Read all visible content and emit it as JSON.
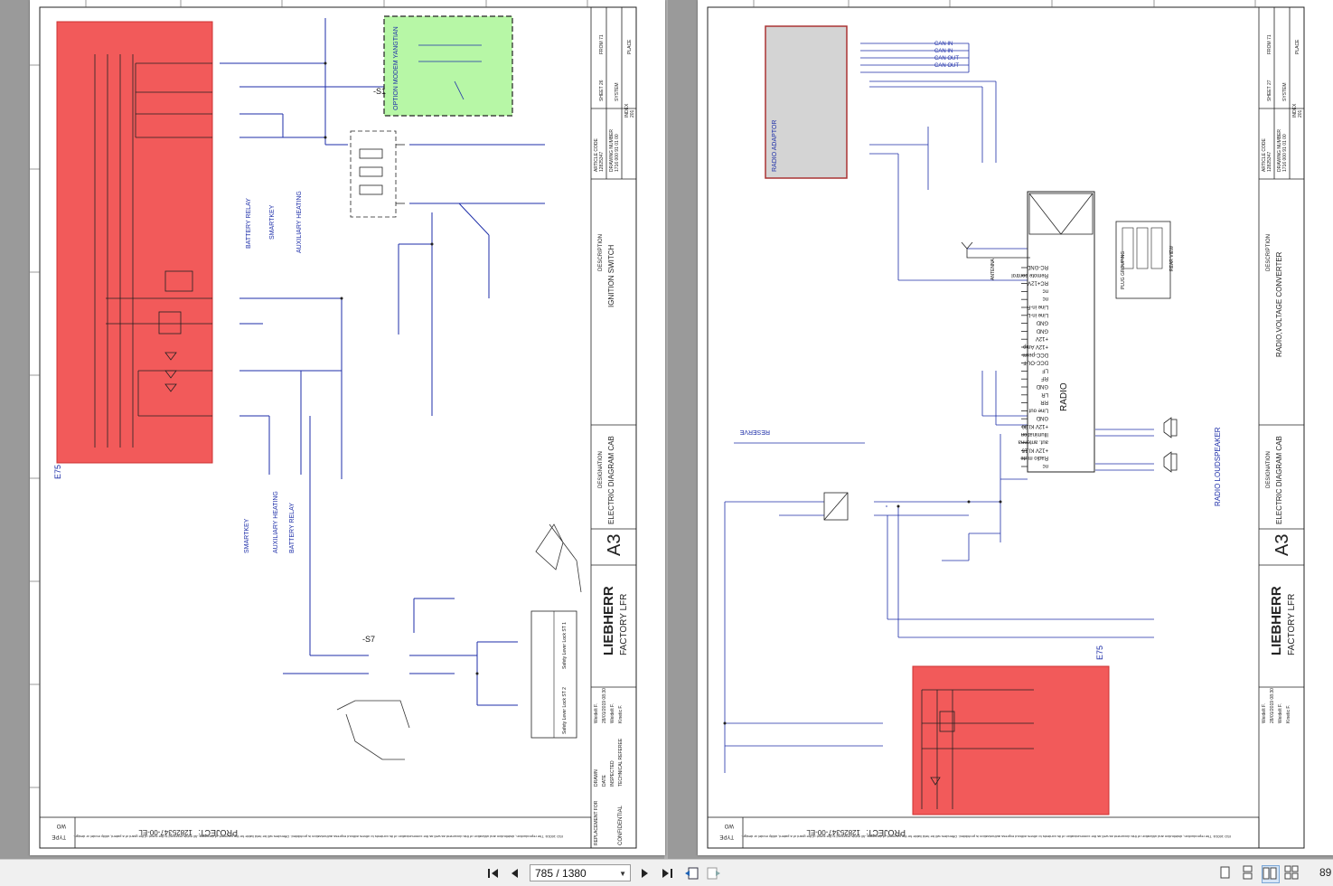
{
  "left_sheet": {
    "component": "E75",
    "option_box": "OPTION MODEM YANGTIAN",
    "switch": "-S1",
    "switch_2": "-S7",
    "labels": {
      "battery_relay": "BATTERY RELAY",
      "smartkey": "SMARTKEY",
      "auxiliary_heating": "AUXILIARY HEATING",
      "battery_relay_2": "BATTERY RELAY",
      "smartkey_2": "SMARTKEY",
      "auxiliary_heating_2": "AUXILIARY HEATING",
      "safety_lever_1": "Safety Lever Lock ST 1",
      "safety_lever_2": "Safety Lever Lock ST 2"
    },
    "title_block": {
      "description_label": "DESCRIPTION",
      "description": "IGNITION SWITCH",
      "designation_label": "DESIGNATION",
      "designation": "ELECTRIC DIAGRAM CAB",
      "format": "A3",
      "brand": "LIEBHERR",
      "factory": "FACTORY LFR",
      "system_label": "SYSTEM",
      "place_label": "PLACE",
      "sheet": "SHEET 26",
      "from": "FROM 71",
      "article_code_label": "ARTICLE CODE",
      "article_code": "12825347",
      "drawing_number_label": "DRAWING NUMBER",
      "drawing_number": "1716 000 91 01 00",
      "index_label": "INDEX",
      "index": "201",
      "project_label": "PROJECT:",
      "project": "12825347-00-EL",
      "type_label": "TYPE",
      "type": "WO",
      "drawn": "DRAWN",
      "date": "DATE",
      "inspected": "INSPECTED",
      "technical_referee": "TECHNICAL REFEREE",
      "replacement_for": "REPLACEMENT FOR",
      "confidential": "CONFIDENTIAL",
      "drawn_by": "Weidelt F.",
      "date_value": "28/01/2019 08:30",
      "inspected_by": "Weidelt F.",
      "referee_by": "Kinetic F.",
      "copyright": "ISO 16016: The reproduction, distribution and utilization of this document as well as the communication of its contents to others without express authorization is prohibited. Offenders will be held liable for the payment of damages. All rights reserved in the event of the grant of a patent, utility model or design."
    }
  },
  "right_sheet": {
    "radio_adaptor": "RADIO ADAPTOR",
    "radio": "RADIO",
    "radio_loudspeaker": "RADIO LOUDSPEAKER",
    "reserve": "RESERVE",
    "component": "E75",
    "antenna": "ANTENNA",
    "plug_grouping": "PLUG GROUPING",
    "rear_view": "REAR VIEW",
    "can_labels": [
      "CAN IN",
      "CAN IN",
      "CAN OUT",
      "CAN OUT"
    ],
    "radio_pins": [
      "RC-GND",
      "Remote control",
      "RC+12V",
      "nc",
      "nc",
      "Line in-R",
      "Line in-L",
      "GND",
      "GND",
      "+12V",
      "+12V Amp",
      "DCC-perm",
      "DCC-OUT",
      "LF",
      "RF",
      "GND",
      "LR",
      "RR",
      "Line out",
      "GND",
      "+12V Kl.30",
      "Illumination",
      "aut. antenna",
      "+12V Kl.15",
      "Radio mute",
      "nc"
    ],
    "title_block": {
      "description_label": "DESCRIPTION",
      "description": "RADIO,VOLTAGE CONVERTER",
      "designation_label": "DESIGNATION",
      "designation": "ELECTRIC DIAGRAM CAB",
      "format": "A3",
      "brand": "LIEBHERR",
      "factory": "FACTORY LFR",
      "system_label": "SYSTEM",
      "place_label": "PLACE",
      "sheet": "SHEET 27",
      "from": "FROM 71",
      "article_code_label": "ARTICLE CODE",
      "article_code": "12825347",
      "drawing_number_label": "DRAWING NUMBER",
      "drawing_number": "1716 000 91 01 00",
      "index_label": "INDEX",
      "index": "201",
      "project_label": "PROJECT:",
      "project": "12825347-00-EL",
      "type_label": "TYPE",
      "type": "WO",
      "drawn_by": "Weidelt F.",
      "date_value": "28/01/2019 08:30",
      "inspected_by": "Weidelt F.",
      "referee_by": "Kinetic F.",
      "copyright": "ISO 16016: The reproduction, distribution and utilization of this document as well as the communication of its contents to others without express authorization is prohibited. Offenders will be held liable for the payment of damages. All rights reserved in the event of the grant of a patent, utility model or design."
    }
  },
  "toolbar": {
    "page_value": "785 / 1380",
    "zoom": "89",
    "first_page_icon": "first-page-icon",
    "prev_page_icon": "prev-page-icon",
    "next_page_icon": "next-page-icon",
    "last_page_icon": "last-page-icon"
  },
  "colors": {
    "red_block": "#f25a5a",
    "green_block": "#b7f7a6",
    "wire": "#1d2ea8",
    "adaptor_fill": "#d4d4d4"
  }
}
